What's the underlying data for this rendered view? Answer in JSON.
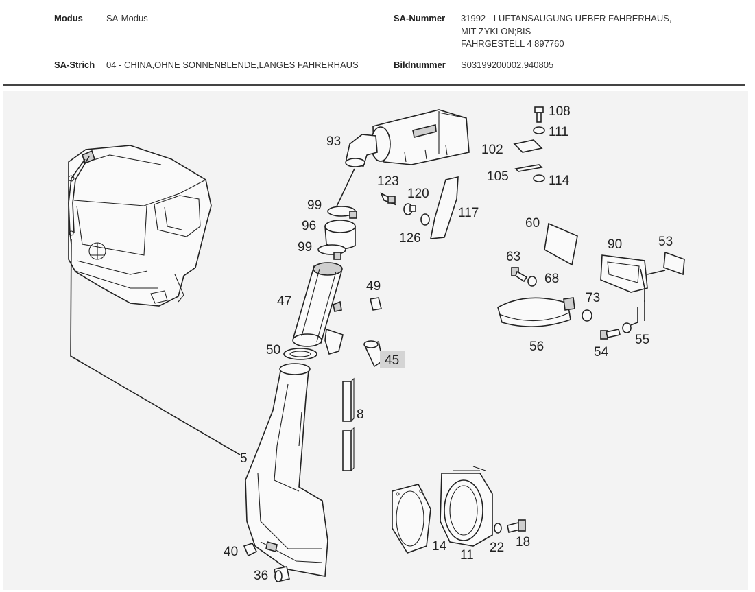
{
  "header": {
    "modus_label": "Modus",
    "modus_value": "SA-Modus",
    "sa_nummer_label": "SA-Nummer",
    "sa_nummer_line1": "31992  -  LUFTANSAUGUNG  UEBER  FAHRERHAUS,",
    "sa_nummer_line2": "MIT  ZYKLON;BIS",
    "sa_nummer_line3": "FAHRGESTELL 4 897760",
    "sa_strich_label": "SA-Strich",
    "sa_strich_value": "04  -  CHINA,OHNE  SONNENBLENDE,LANGES  FAHRERHAUS",
    "bildnummer_label": "Bildnummer",
    "bildnummer_value": "S03199200002.940805"
  },
  "diagram": {
    "callouts": {
      "p108": "108",
      "p111": "111",
      "p93": "93",
      "p102": "102",
      "p105": "105",
      "p114": "114",
      "p123": "123",
      "p120": "120",
      "p99a": "99",
      "p117": "117",
      "p96": "96",
      "p126": "126",
      "p60": "60",
      "p99b": "99",
      "p90": "90",
      "p53": "53",
      "p63": "63",
      "p68": "68",
      "p49": "49",
      "p47": "47",
      "p73": "73",
      "p55": "55",
      "p56": "56",
      "p50": "50",
      "p54": "54",
      "p45": "45",
      "p8": "8",
      "p5": "5",
      "p14": "14",
      "p22": "22",
      "p18": "18",
      "p11": "11",
      "p40": "40",
      "p36": "36"
    },
    "highlighted": "45"
  }
}
